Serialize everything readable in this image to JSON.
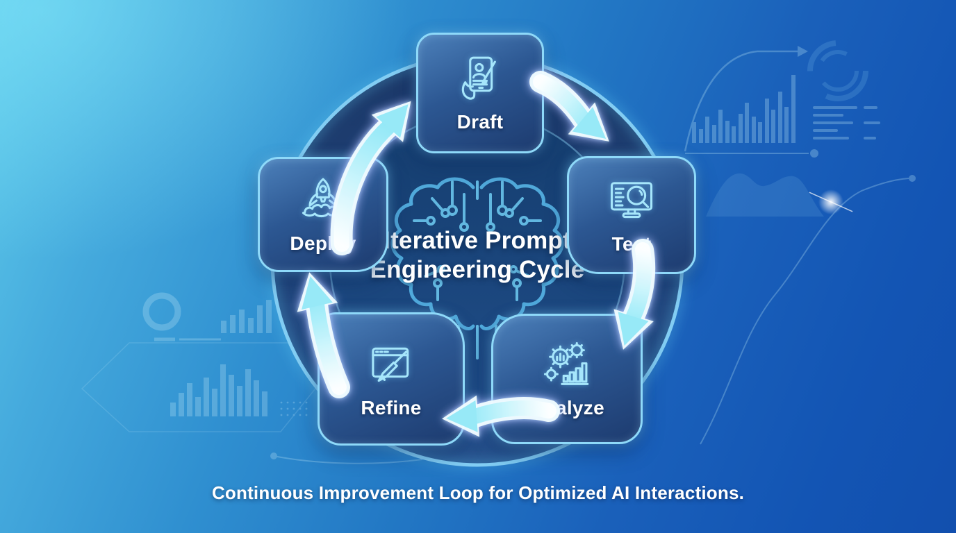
{
  "diagram": {
    "type": "cycle-diagram",
    "center_title_line1": "Iterative Prompt",
    "center_title_line2": "Engineering Cycle",
    "caption": "Continuous Improvement Loop for Optimized AI Interactions.",
    "nodes": [
      {
        "label": "Draft",
        "icon": "tablet-pen-icon"
      },
      {
        "label": "Test",
        "icon": "monitor-magnifier-icon"
      },
      {
        "label": "Analyze",
        "icon": "gears-bar-chart-icon"
      },
      {
        "label": "Refine",
        "icon": "window-chisel-icon"
      },
      {
        "label": "Deploy",
        "icon": "rocket-launch-icon"
      }
    ],
    "arrows": [
      {
        "from": "Draft",
        "to": "Test"
      },
      {
        "from": "Test",
        "to": "Analyze"
      },
      {
        "from": "Analyze",
        "to": "Refine"
      },
      {
        "from": "Refine",
        "to": "Deploy"
      },
      {
        "from": "Deploy",
        "to": "Draft"
      }
    ],
    "colors": {
      "bg_light": "#5ecaea",
      "bg_deep": "#124fae",
      "ring_band": "#1e3c70",
      "ring_edge": "#82cdf3",
      "inner_circle": "#1a4579",
      "node_border": "#8ed9f9",
      "node_top": "#4c80ba",
      "node_bottom": "#1d3b6f",
      "arrow_fill": "#97e9f7",
      "arrow_glow": "#8b5cf6",
      "icon_stroke": "#a6e6fb",
      "brain_stroke": "#58b8e9",
      "text": "#ffffff"
    }
  }
}
